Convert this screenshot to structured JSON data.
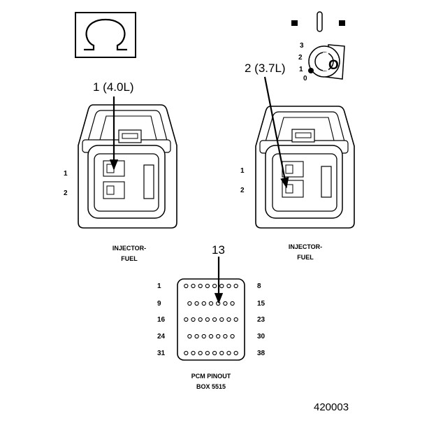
{
  "symbols": {
    "ohm_icon": "ohm-symbol",
    "ignition_icon": "ignition-key"
  },
  "ignition": {
    "positions": [
      "3",
      "2",
      "1",
      "0"
    ]
  },
  "left_connector": {
    "callout": "1 (4.0L)",
    "pins": [
      "1",
      "2"
    ],
    "caption_line1": "INJECTOR-",
    "caption_line2": "FUEL"
  },
  "right_connector": {
    "callout": "2 (3.7L)",
    "pins": [
      "1",
      "2"
    ],
    "caption_line1": "INJECTOR-",
    "caption_line2": "FUEL"
  },
  "pcm": {
    "callout": "13",
    "row_labels_left": [
      "1",
      "9",
      "16",
      "24",
      "31"
    ],
    "row_labels_right": [
      "8",
      "15",
      "23",
      "30",
      "38"
    ],
    "row_pin_counts": [
      8,
      7,
      8,
      7,
      8
    ],
    "highlighted_row": 1,
    "highlighted_index": 4,
    "caption_line1": "PCM PINOUT",
    "caption_line2": "BOX 5515"
  },
  "figure_id": "420003",
  "colors": {
    "ink": "#000000",
    "paper": "#ffffff"
  }
}
